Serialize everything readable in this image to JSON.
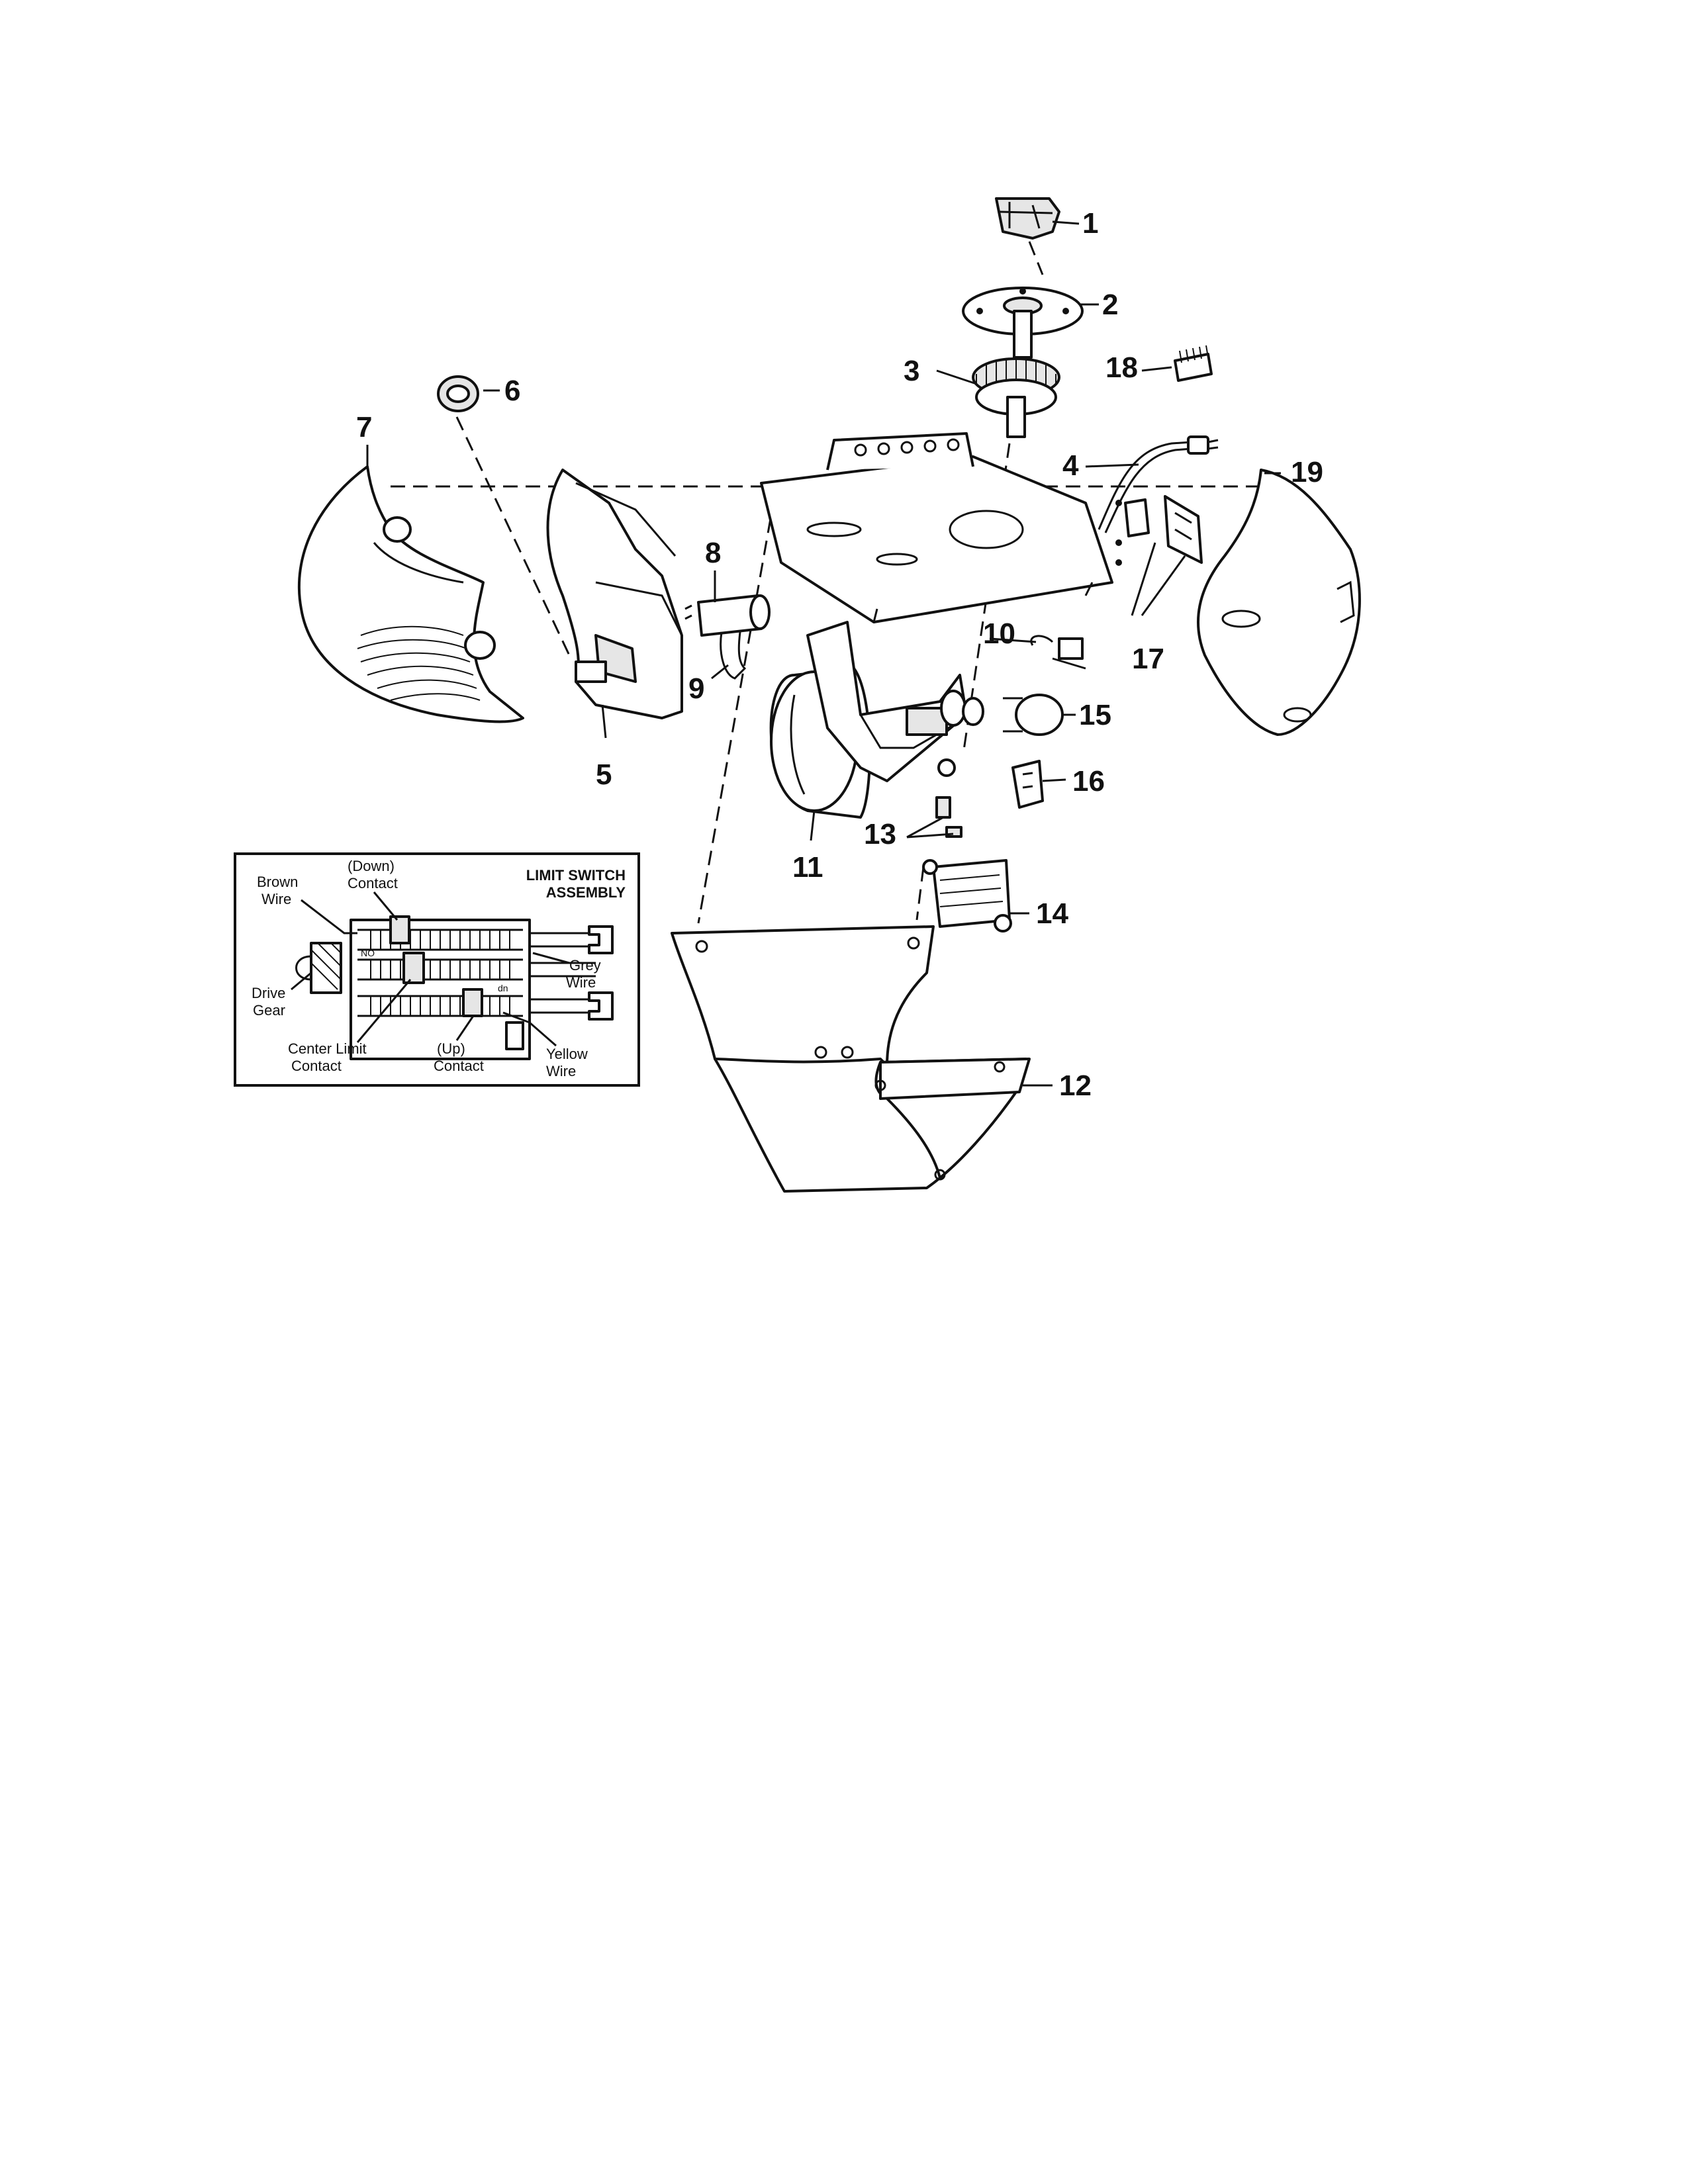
{
  "parts": [
    {
      "no": "1"
    },
    {
      "no": "2"
    },
    {
      "no": "3"
    },
    {
      "no": "4"
    },
    {
      "no": "5"
    },
    {
      "no": "6"
    },
    {
      "no": "7"
    },
    {
      "no": "8"
    },
    {
      "no": "9"
    },
    {
      "no": "10"
    },
    {
      "no": "11"
    },
    {
      "no": "12"
    },
    {
      "no": "13"
    },
    {
      "no": "14"
    },
    {
      "no": "15"
    },
    {
      "no": "16"
    },
    {
      "no": "17"
    },
    {
      "no": "18"
    },
    {
      "no": "19"
    }
  ],
  "inset": {
    "title_line1": "LIMIT SWITCH",
    "title_line2": "ASSEMBLY",
    "brown_wire_1": "Brown",
    "brown_wire_2": "Wire",
    "down_contact_1": "(Down)",
    "down_contact_2": "Contact",
    "grey_wire_1": "Grey",
    "grey_wire_2": "Wire",
    "drive_gear_1": "Drive",
    "drive_gear_2": "Gear",
    "center_limit_1": "Center Limit",
    "center_limit_2": "Contact",
    "up_contact_1": "(Up)",
    "up_contact_2": "Contact",
    "yellow_wire_1": "Yellow",
    "yellow_wire_2": "Wire",
    "mark_no": "NO",
    "mark_dn": "dn"
  }
}
